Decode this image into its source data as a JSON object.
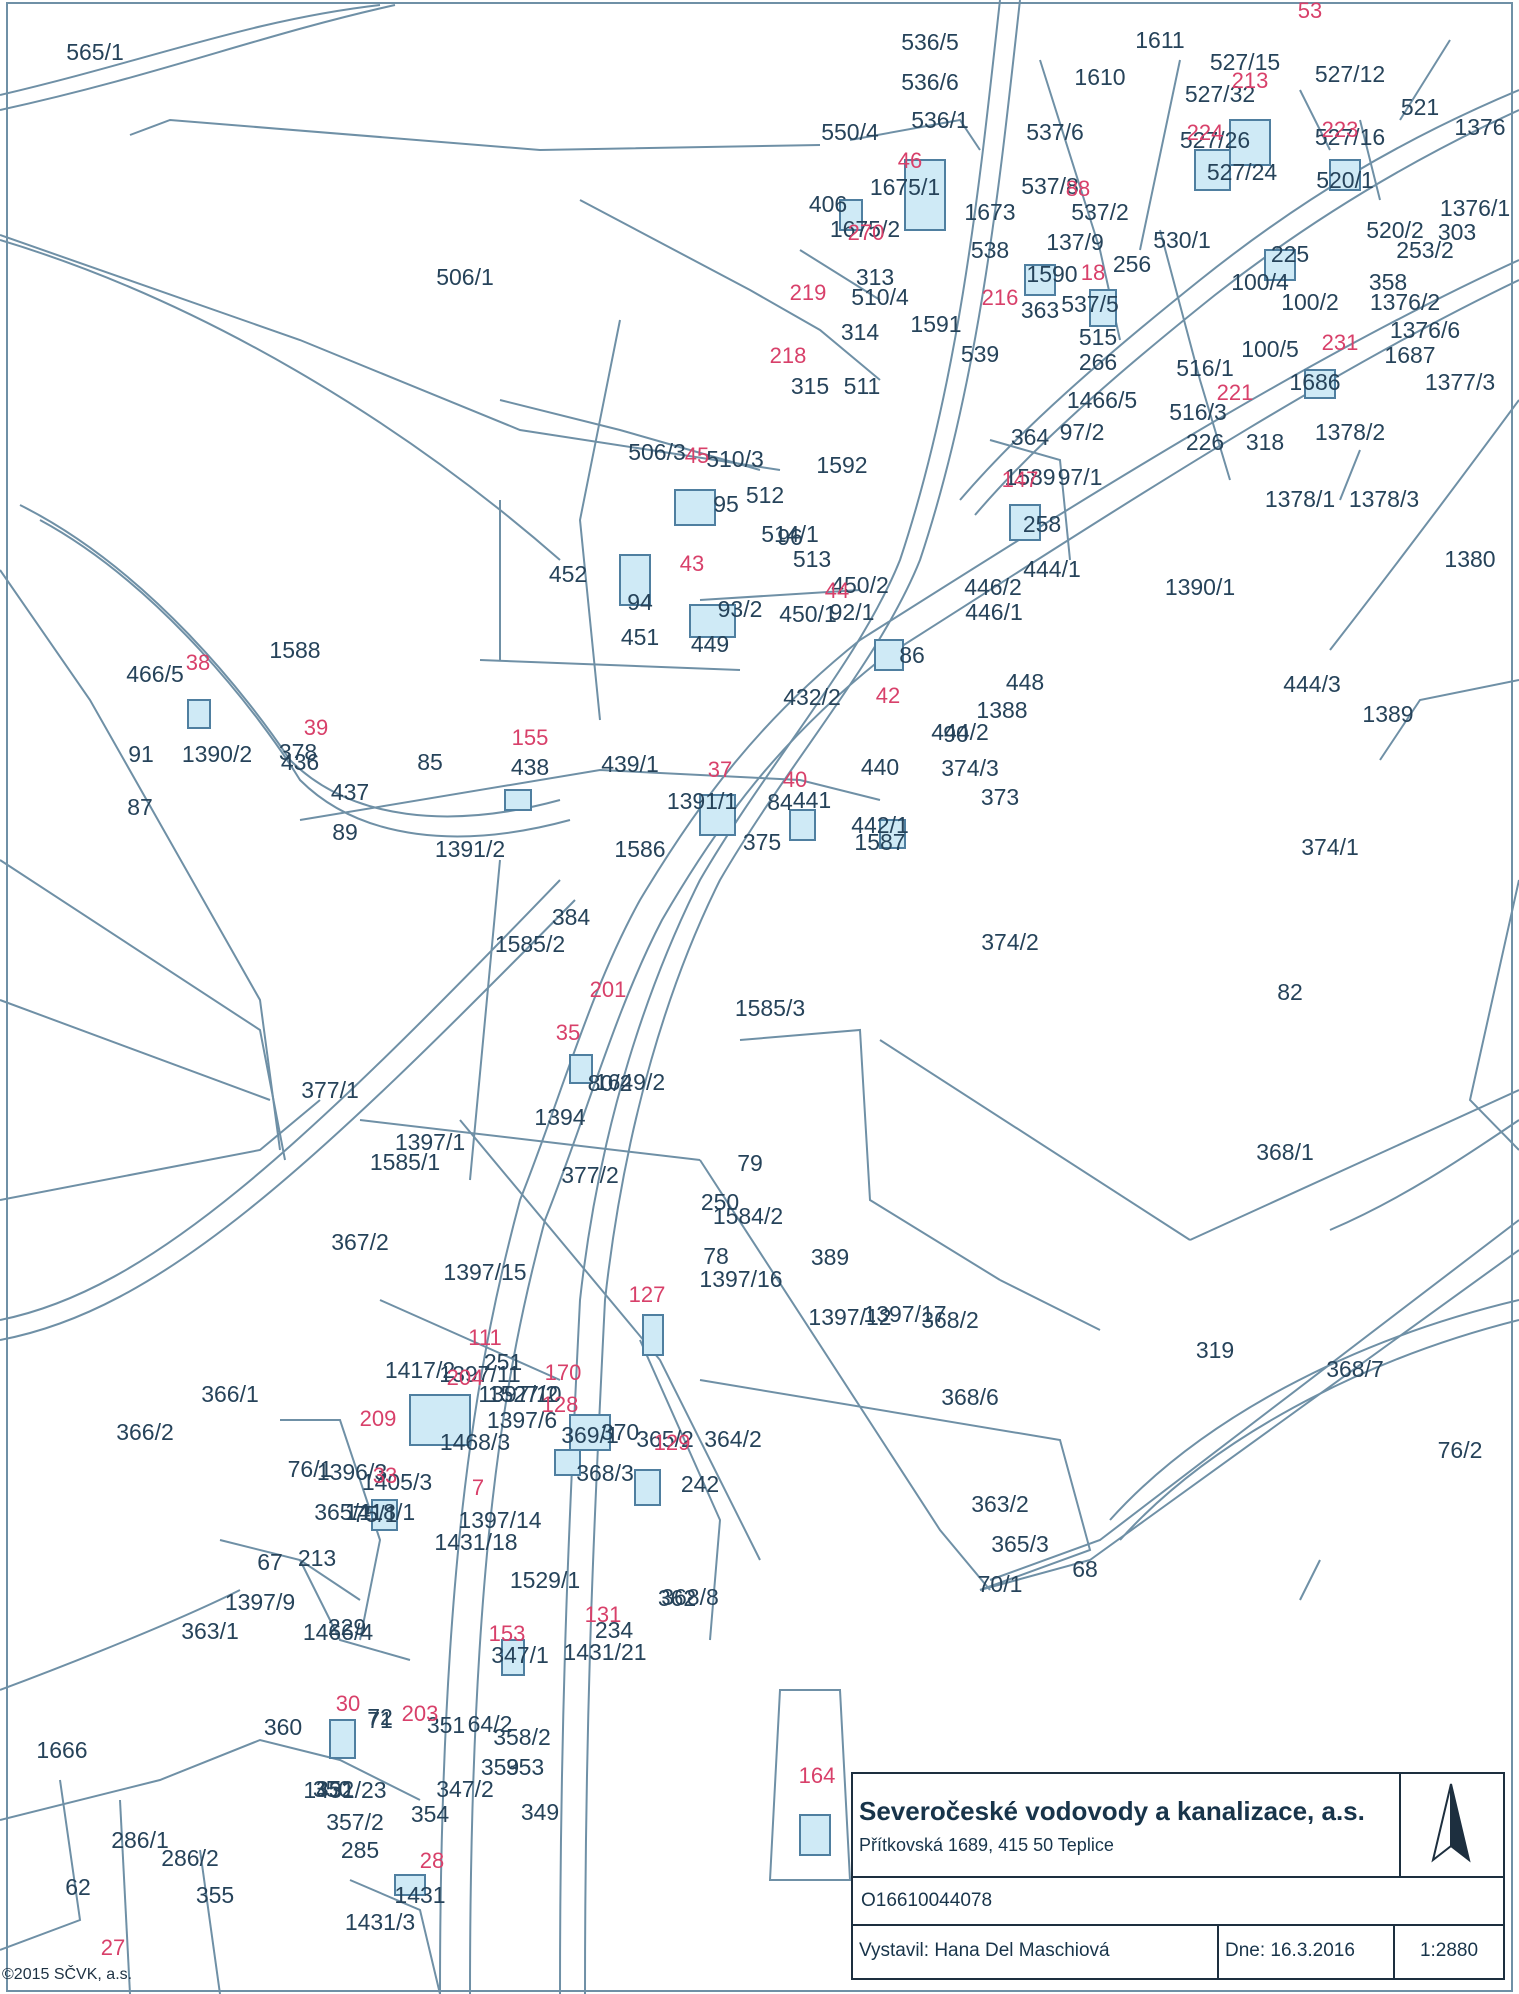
{
  "parcels": [
    "565/1",
    "536/5",
    "536/6",
    "536/1",
    "550/4",
    "1610",
    "1611",
    "527/15",
    "527/32",
    "527/12",
    "527/26",
    "527/16",
    "527/24",
    "521",
    "1376",
    "537/6",
    "537/8",
    "537/2",
    "137/9",
    "1590",
    "256",
    "530/1",
    "520/1",
    "520/2",
    "253/2",
    "1376/1",
    "303",
    "406",
    "1675/1",
    "1675/2",
    "1673",
    "538",
    "313",
    "510/4",
    "314",
    "1591",
    "539",
    "363",
    "537/5",
    "515",
    "266",
    "225",
    "100/4",
    "100/2",
    "358",
    "1376/2",
    "1376/6",
    "100/5",
    "1687",
    "1377/3",
    "516/1",
    "1686",
    "506/1",
    "315",
    "511",
    "1466/5",
    "516/3",
    "226",
    "318",
    "1378/2",
    "506/3",
    "510/3",
    "1592",
    "364",
    "1589",
    "97/1",
    "97/2",
    "95",
    "512",
    "514/1",
    "258",
    "1378/1",
    "1378/3",
    "96",
    "513",
    "452",
    "450/2",
    "446/2",
    "446/1",
    "444/1",
    "1390/1",
    "1380",
    "94",
    "93/2",
    "450/1",
    "92/1",
    "451",
    "449",
    "1588",
    "466/5",
    "432/2",
    "86",
    "448",
    "444/3",
    "1389",
    "1388",
    "444/2",
    "90",
    "91",
    "1390/2",
    "378",
    "436",
    "437",
    "85",
    "438",
    "439/1",
    "440",
    "441",
    "1391/1",
    "84",
    "442/1",
    "374/3",
    "373",
    "87",
    "89",
    "1391/2",
    "1586",
    "375",
    "1587",
    "374/1",
    "374/2",
    "384",
    "1585/2",
    "1585/3",
    "82",
    "1649/2",
    "377/1",
    "80/2",
    "1394",
    "1397/1",
    "377/2",
    "1585/1",
    "368/1",
    "79",
    "250",
    "367/2",
    "1584/2",
    "1397/16",
    "78",
    "389",
    "368/2",
    "1397/15",
    "1397/12",
    "1397/17",
    "251",
    "1417/2",
    "1397/11",
    "319",
    "368/7",
    "366/1",
    "1397/10",
    "1527/2",
    "369/1",
    "368/6",
    "366/2",
    "1468/3",
    "1397/6",
    "370",
    "365/2",
    "364/2",
    "76/2",
    "76/1",
    "1396/3",
    "1405/3",
    "368/3",
    "242",
    "365/1",
    "1418/1",
    "75/1",
    "1397/14",
    "363/2",
    "365/3",
    "68",
    "67",
    "213",
    "1431/18",
    "1397/9",
    "1529/1",
    "368/8",
    "70/1",
    "363/1",
    "229",
    "1466/4",
    "347/1",
    "362",
    "234",
    "1431/21",
    "360",
    "72",
    "71",
    "351",
    "358/2",
    "359",
    "64/2",
    "353",
    "1666",
    "1431/23",
    "347/2",
    "352",
    "350",
    "357/2",
    "354",
    "349",
    "285",
    "286/1",
    "286/2",
    "62",
    "355",
    "1431",
    "1431/3"
  ],
  "house_numbers": [
    "53",
    "213",
    "224",
    "223",
    "46",
    "88",
    "18",
    "270",
    "219",
    "216",
    "218",
    "42",
    "231",
    "221",
    "45",
    "147",
    "43",
    "44",
    "38",
    "39",
    "155",
    "37",
    "40",
    "201",
    "35",
    "127",
    "111",
    "204",
    "170",
    "128",
    "209",
    "129",
    "33",
    "7",
    "131",
    "153",
    "30",
    "203",
    "28",
    "27",
    "164"
  ],
  "copyright": "©2015 SČVK, a.s.",
  "title_block": {
    "company": "Severočeské vodovody a kanalizace, a.s.",
    "address": "Přítkovská 1689, 415 50 Teplice",
    "id": "O16610044078",
    "author": "Vystavil: Hana Del Maschiová",
    "date": "Dne: 16.3.2016",
    "scale": "1:2880"
  },
  "colors": {
    "lines": "#6f90a6",
    "parcel_text": "#26435a",
    "house_number_text": "#d8406a",
    "building_fill": "#cfeaf6"
  }
}
